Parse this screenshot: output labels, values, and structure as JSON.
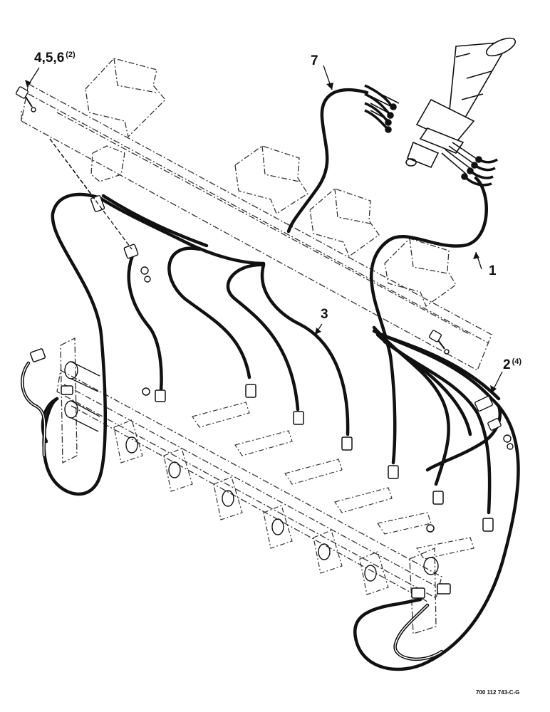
{
  "callouts": {
    "c456": {
      "label": "4,5,6",
      "qty": "(2)"
    },
    "c7": {
      "label": "7"
    },
    "c1": {
      "label": "1"
    },
    "c3": {
      "label": "3"
    },
    "c2": {
      "label": "2",
      "qty": "(4)"
    }
  },
  "part_number": "700 112 743-C-G",
  "colors": {
    "line": "#111111",
    "dashed": "#333333",
    "background": "#ffffff"
  }
}
